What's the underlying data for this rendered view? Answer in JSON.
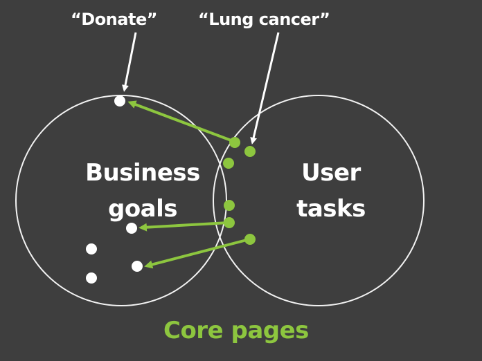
{
  "labels": {
    "donate": "“Donate”",
    "lung_cancer": "“Lung cancer”",
    "business_line1": "Business",
    "business_line2": "goals",
    "user_line1": "User",
    "user_line2": "tasks",
    "core_pages": "Core pages"
  },
  "colors": {
    "background": "#3e3e3e",
    "circle_stroke": "#f2f2f2",
    "white_dot": "#ffffff",
    "core_dot": "#8dc63f",
    "arrow_green": "#8dc63f",
    "arrow_white": "#ffffff"
  }
}
